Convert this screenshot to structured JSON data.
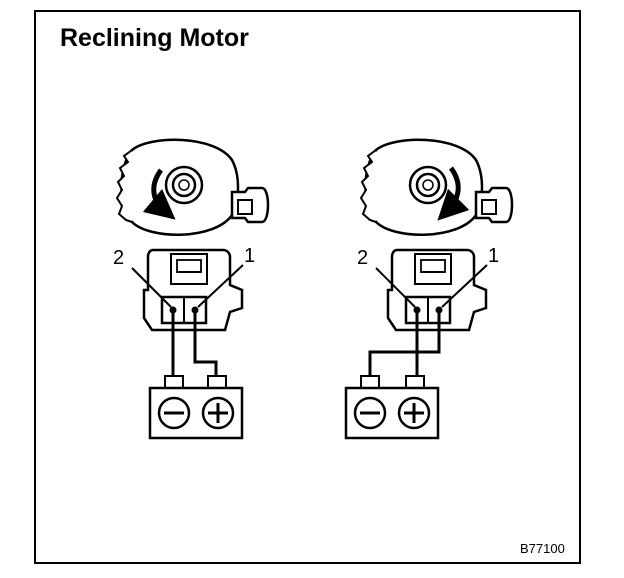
{
  "title": "Reclining Motor",
  "figure_code": "B77100",
  "panels": [
    {
      "rotation": "counterclockwise",
      "pin_left_label": "2",
      "pin_right_label": "1",
      "terminal_negative": "−",
      "terminal_positive": "+",
      "wiring": "pin 2 to negative, pin 1 to positive"
    },
    {
      "rotation": "clockwise",
      "pin_left_label": "2",
      "pin_right_label": "1",
      "terminal_negative": "−",
      "terminal_positive": "+",
      "wiring": "pin 2 to positive, pin 1 to negative"
    }
  ]
}
